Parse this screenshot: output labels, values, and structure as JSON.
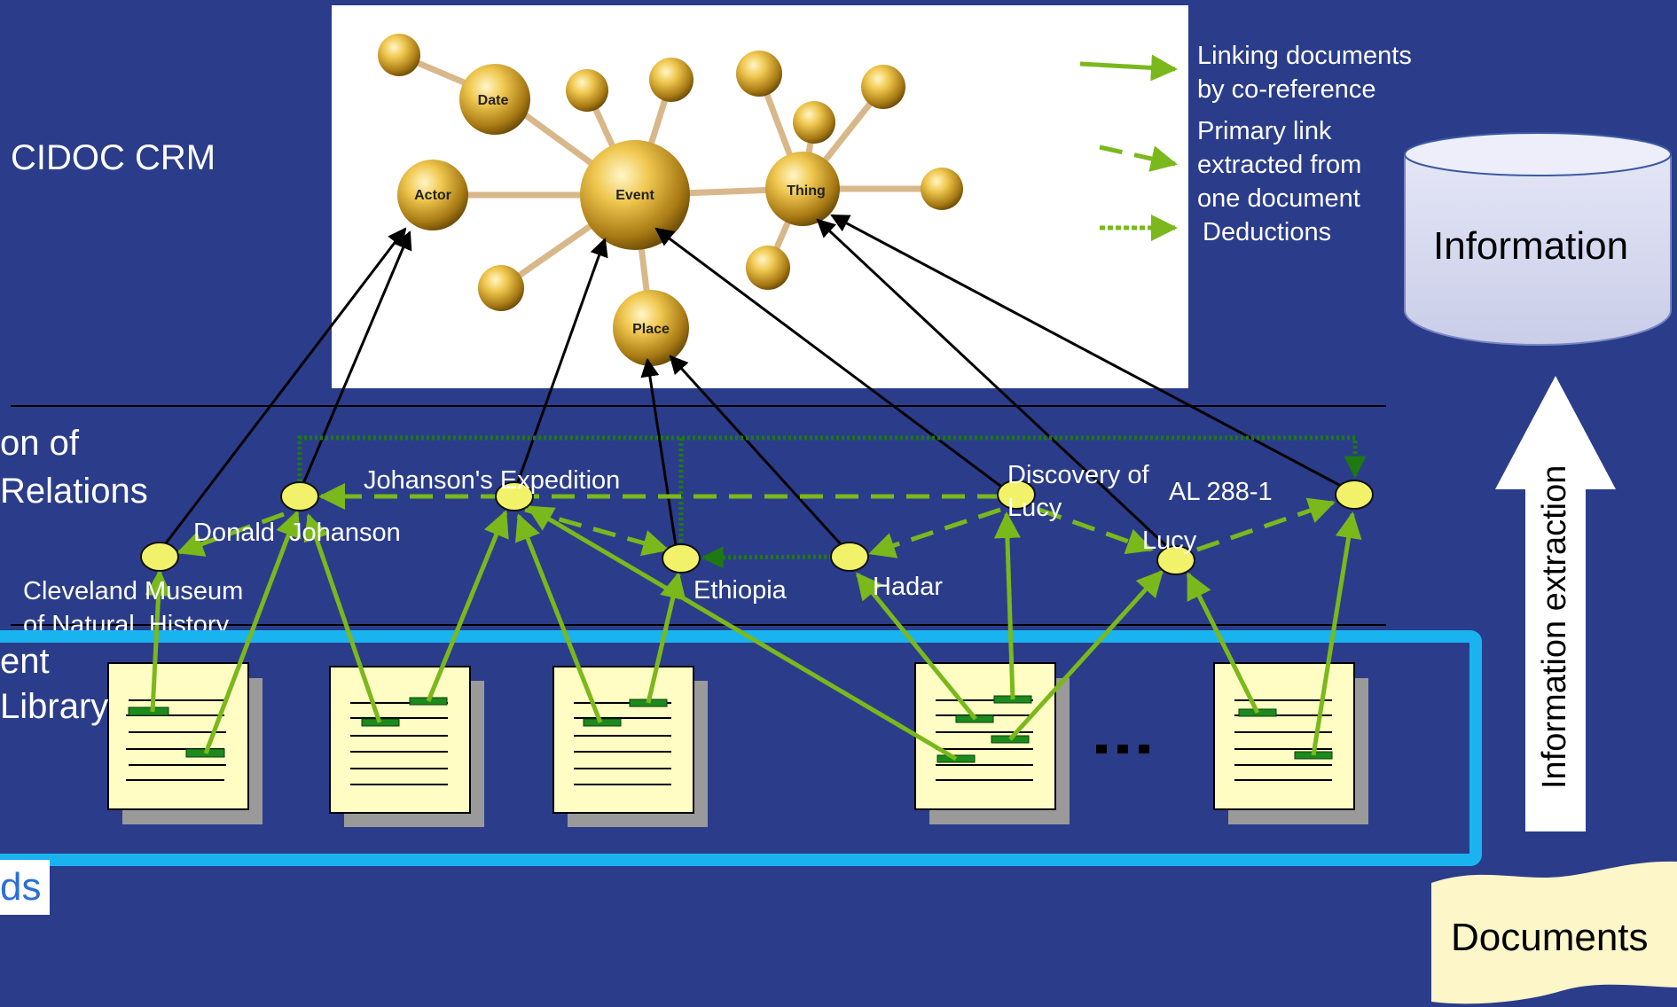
{
  "layers": {
    "top": "CIDOC CRM",
    "middle_line1": "on of",
    "middle_line2": "Relations",
    "bottom_line1": "ent",
    "bottom_line2": "Library"
  },
  "crm_nodes": [
    "Date",
    "Actor",
    "Event",
    "Thing",
    "Place"
  ],
  "entities": {
    "donald_johanson": "Donald  Johanson",
    "johansons_expedition": "Johanson's Expedition",
    "discovery_line1": "Discovery of",
    "discovery_line2": "Lucy",
    "al288": "AL 288-1",
    "lucy": "Lucy",
    "cleveland_line1": "Cleveland Museum",
    "cleveland_line2": "of Natural  History",
    "ethiopia": "Ethiopia",
    "hadar": "Hadar"
  },
  "legend": {
    "coreference": [
      "Linking documents",
      "by co-reference"
    ],
    "primary": [
      "Primary link",
      "extracted from",
      "one document"
    ],
    "deductions": [
      "Deductions"
    ]
  },
  "information": "Information",
  "information_extraction": "Information extraction",
  "documents": "Documents",
  "ellipsis": "...",
  "bottom_tag": "ds",
  "colors": {
    "background": "#2b3d8a",
    "link_green": "#7ab81c",
    "deduction_green": "#1e7a10",
    "node_yellow": "#f2f26a",
    "library_border": "#19b4f0"
  }
}
